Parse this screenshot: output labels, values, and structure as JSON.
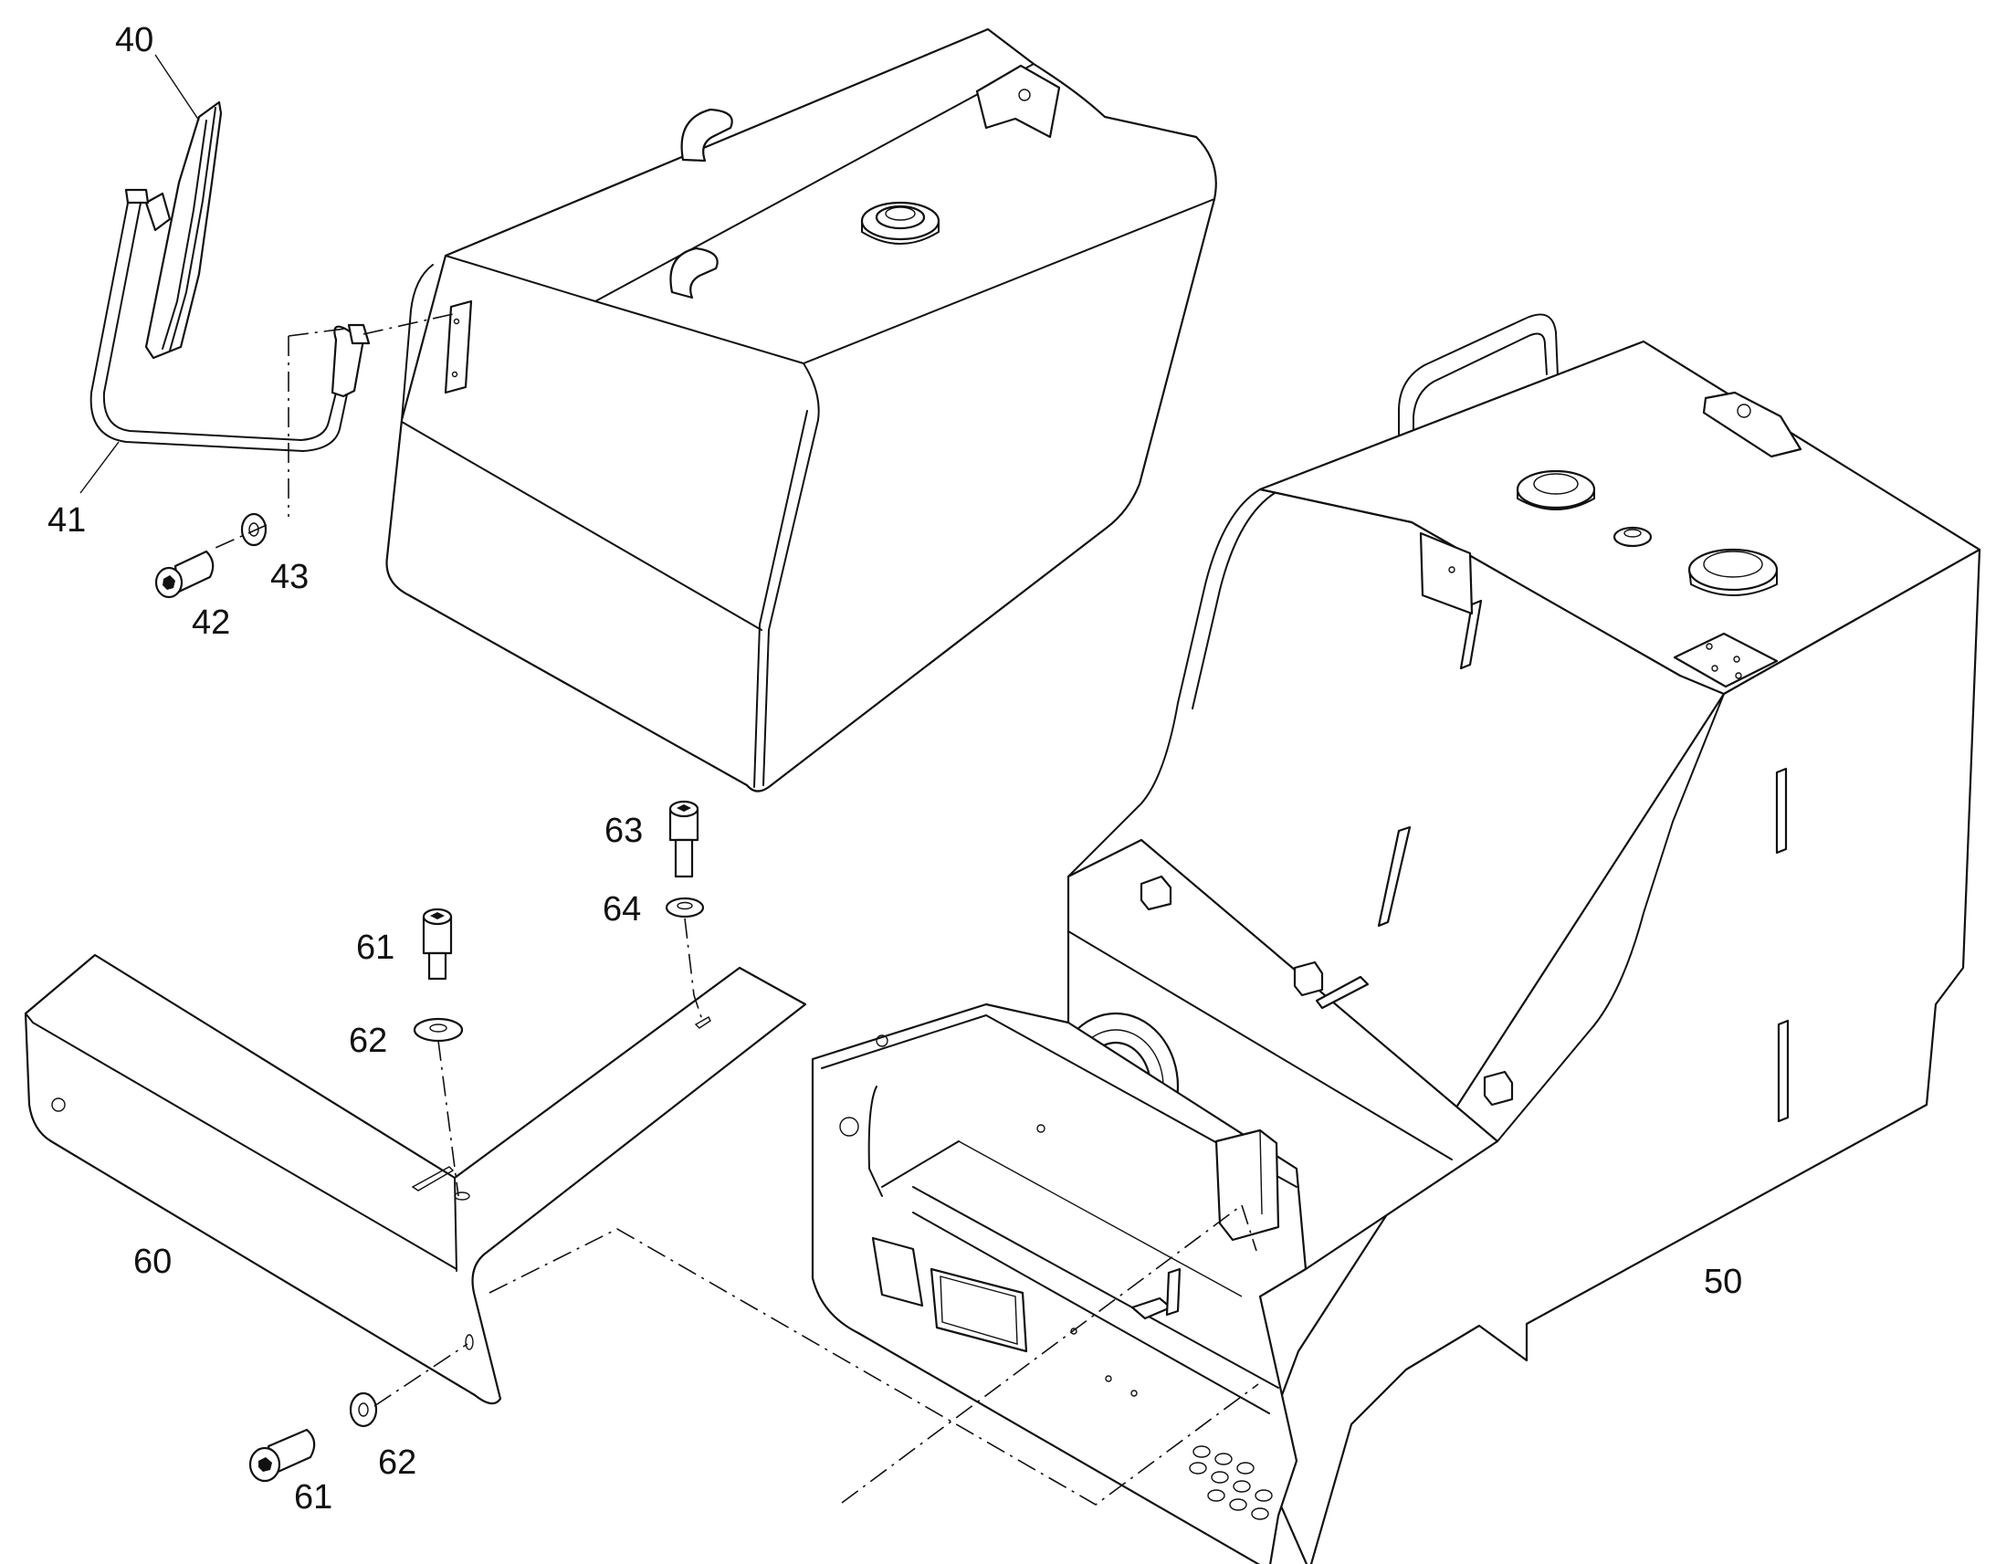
{
  "callouts": {
    "c40": "40",
    "c41": "41",
    "c42": "42",
    "c43": "43",
    "c50": "50",
    "c60": "60",
    "c61a": "61",
    "c61b": "61",
    "c62a": "62",
    "c62b": "62",
    "c63": "63",
    "c64": "64"
  }
}
